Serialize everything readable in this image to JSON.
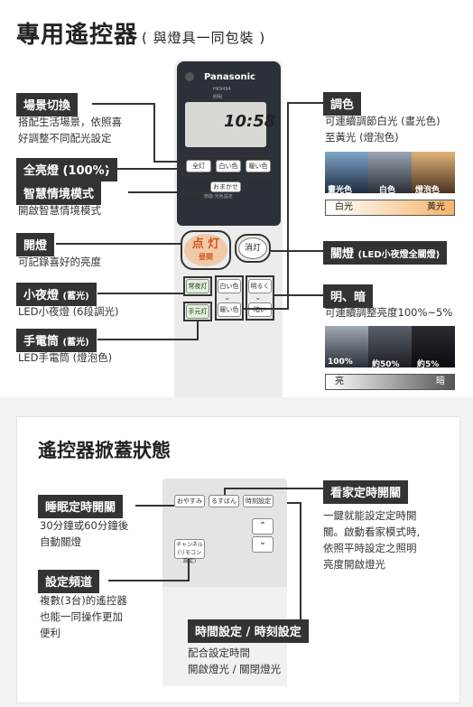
{
  "header": {
    "title": "專用遙控器",
    "subtitle": "( 與燈具一同包裝 )"
  },
  "remote": {
    "brand": "Panasonic",
    "model": "HK9494",
    "model_sub": "照明",
    "clock": "10:58",
    "buttons": {
      "full": "全灯",
      "white": "白い色",
      "warm": "暖い色",
      "smart": "おまかせ",
      "smart_sub": "節能·光色設定",
      "on_main": "点 灯",
      "on_sub": "昼間",
      "off": "消灯",
      "night": "常夜灯",
      "torch": "手元灯",
      "white2": "白い色",
      "warm2": "暖い色",
      "bright": "明るく",
      "dim": "暗い"
    }
  },
  "left_features": [
    {
      "label": "場景切換",
      "desc": [
        "搭配生活場景，依照喜",
        "好調整不同配光設定"
      ]
    },
    {
      "label": "全亮燈 (100%)",
      "desc": []
    },
    {
      "label": "智慧情境模式",
      "desc": [
        "開啟智慧情境模式"
      ]
    },
    {
      "label": "開燈",
      "desc": [
        "可記錄喜好的亮度"
      ]
    },
    {
      "label": "小夜燈",
      "label_small": "(蓄光)",
      "desc": [
        "LED小夜燈 (6段調光)"
      ]
    },
    {
      "label": "手電筒",
      "label_small": "(蓄光)",
      "desc": [
        "LED手電筒 (燈泡色)"
      ]
    }
  ],
  "right_features": {
    "color": {
      "label": "調色",
      "desc": [
        "可連續調節白光 (晝光色)",
        "至黃光 (燈泡色)"
      ],
      "captions": [
        "晝光色",
        "白色",
        "燈泡色"
      ],
      "arrow_left": "白光",
      "arrow_right": "黃光"
    },
    "off": {
      "label": "關燈",
      "label_small": "(LED小夜燈全關燈)"
    },
    "brightness": {
      "label": "明、暗",
      "desc": [
        "可連續調整亮度100%~5%"
      ],
      "captions": [
        "100%",
        "約50%",
        "約5%"
      ],
      "arrow_left": "亮",
      "arrow_right": "暗"
    }
  },
  "cover": {
    "title": "遙控器掀蓋狀態",
    "buttons": {
      "sleep": "おやすみ",
      "away": "るすばん",
      "time": "時刻設定",
      "channel": "チャンネル",
      "channel_sub": "(リモコン設定)"
    },
    "sleep": {
      "label": "睡眠定時開關",
      "desc": [
        "30分鐘或60分鐘後",
        "自動關燈"
      ]
    },
    "channel": {
      "label": "設定頻道",
      "desc": [
        "複數(3台)的遙控器",
        "也能一同操作更加",
        "便利"
      ]
    },
    "away": {
      "label": "看家定時開關",
      "desc": [
        "一鍵就能設定定時開",
        "關。啟動看家模式時,",
        "依照平時設定之照明",
        "亮度開啟燈光"
      ]
    },
    "time": {
      "label": "時間設定 / 時刻設定",
      "desc": [
        "配合設定時間",
        "開啟燈光 / 關閉燈光"
      ]
    }
  }
}
